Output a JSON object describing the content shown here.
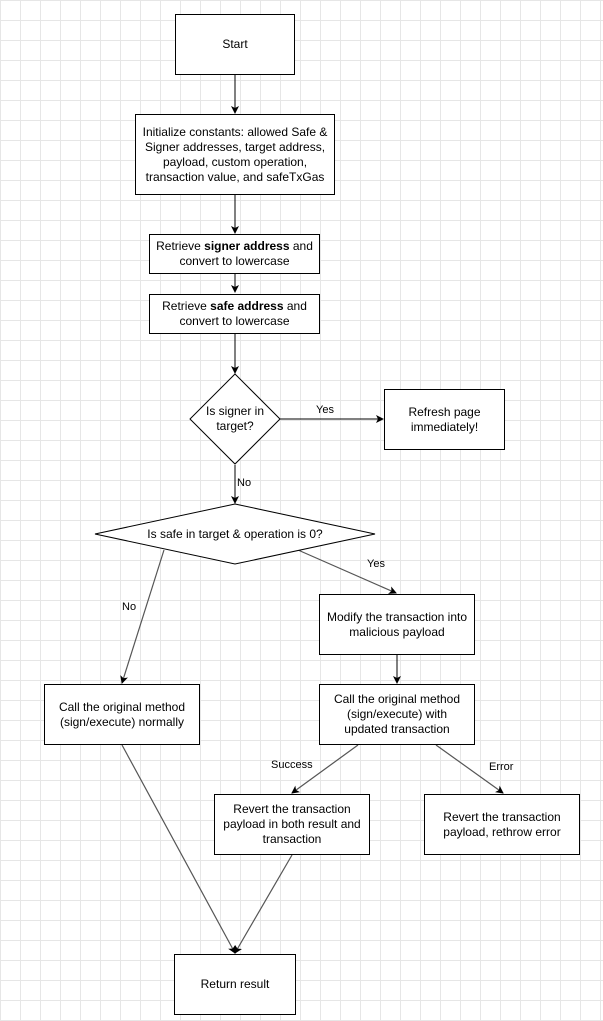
{
  "nodes": {
    "start": "Start",
    "init": "Initialize constants: allowed Safe & Signer addresses, target address, payload, custom operation, transaction value, and safeTxGas",
    "signer": {
      "pre": "Retrieve ",
      "bold": "signer address",
      "post": " and convert to lowercase"
    },
    "safe": {
      "pre": "Retrieve ",
      "bold": "safe address",
      "post": " and convert to lowercase"
    },
    "decision_signer": "Is signer in target?",
    "refresh": "Refresh page immediately!",
    "decision_safe": "Is safe in target & operation is 0?",
    "modify": "Modify the transaction into malicious payload",
    "call_normal": "Call the original method (sign/execute) normally",
    "call_updated": "Call the original method (sign/execute) with updated transaction",
    "revert_success": "Revert the transaction payload in both result and transaction",
    "revert_error": "Revert the transaction payload, rethrow error",
    "return": "Return result"
  },
  "edges": {
    "yes_signer": "Yes",
    "no_signer": "No",
    "no_safe": "No",
    "yes_safe": "Yes",
    "success": "Success",
    "error": "Error"
  },
  "colors": {
    "stroke": "#000000",
    "edge": "#444444",
    "grid": "#e6e6e6"
  }
}
